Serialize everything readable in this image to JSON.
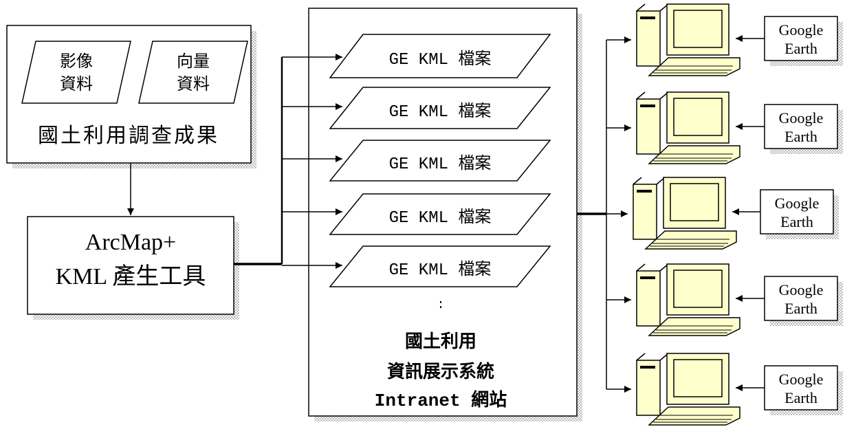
{
  "source_box": {
    "items": [
      {
        "line1": "影像",
        "line2": "資料"
      },
      {
        "line1": "向量",
        "line2": "資料"
      }
    ],
    "title": "國土利用調查成果"
  },
  "tool_box": {
    "line1": "ArcMap+",
    "line2": "KML 產生工具"
  },
  "server": {
    "files": [
      "GE KML 檔案",
      "GE KML 檔案",
      "GE KML 檔案",
      "GE KML 檔案",
      "GE KML 檔案"
    ],
    "continuation": ":",
    "title_line1": "國土利用",
    "title_line2": "資訊展示系統",
    "title_line3": "Intranet 網站"
  },
  "clients": [
    {
      "label_line1": "Google",
      "label_line2": "Earth"
    },
    {
      "label_line1": "Google",
      "label_line2": "Earth"
    },
    {
      "label_line1": "Google",
      "label_line2": "Earth"
    },
    {
      "label_line1": "Google",
      "label_line2": "Earth"
    },
    {
      "label_line1": "Google",
      "label_line2": "Earth"
    }
  ],
  "colors": {
    "stroke": "#000000",
    "shadow": "#c8c8c8",
    "computer_fill": "#ffffcc",
    "background": "#ffffff"
  }
}
